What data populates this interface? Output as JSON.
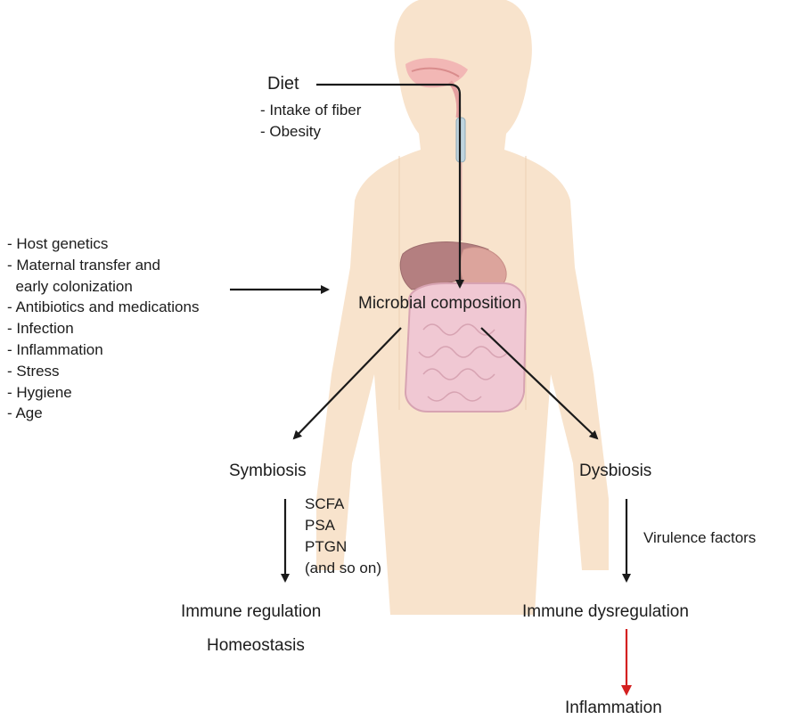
{
  "diet": {
    "title": "Diet",
    "items": [
      "- Intake of fiber",
      "- Obesity"
    ]
  },
  "factors": {
    "items": [
      "- Host genetics",
      "- Maternal transfer and",
      "  early colonization",
      "- Antibiotics and medications",
      "- Infection",
      "- Inflammation",
      "- Stress",
      "- Hygiene",
      "- Age"
    ]
  },
  "center": {
    "label": "Microbial composition"
  },
  "left_branch": {
    "state": "Symbiosis",
    "mediators": [
      "SCFA",
      "PSA",
      "PTGN",
      "(and so on)"
    ],
    "outcome": "Immune regulation",
    "outcome2": "Homeostasis"
  },
  "right_branch": {
    "state": "Dysbiosis",
    "mediator": "Virulence factors",
    "outcome": "Immune dysregulation",
    "final": "Inflammation"
  },
  "colors": {
    "skin": "#f8e3cc",
    "liver": "#b47f80",
    "stomach": "#dca49c",
    "intestine": "#f0c8d3",
    "arrow": "#1a1a1a",
    "inflammation_arrow": "#d42020"
  }
}
